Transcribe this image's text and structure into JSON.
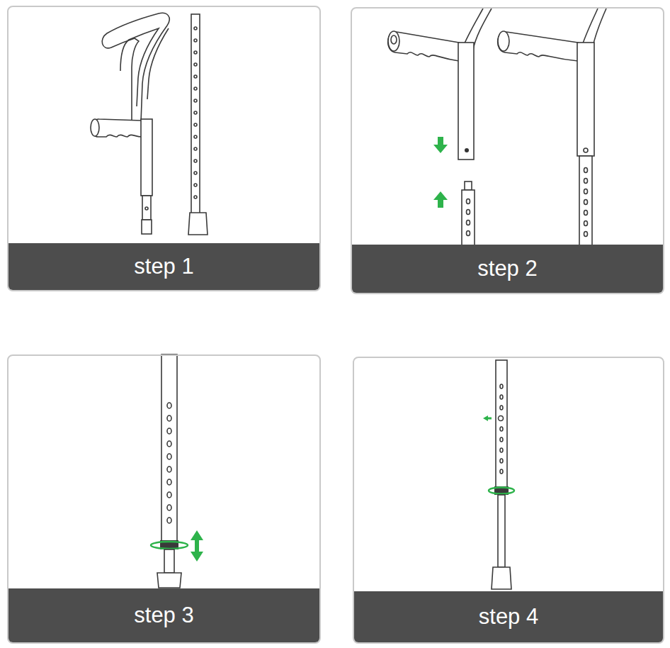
{
  "diagram": {
    "nodes": [
      {
        "text": [
          "step 1"
        ]
      },
      {
        "text": [
          "step 2"
        ]
      },
      {
        "text": [
          "step 3"
        ]
      },
      {
        "text": [
          "step 4"
        ]
      }
    ],
    "edges": []
  }
}
